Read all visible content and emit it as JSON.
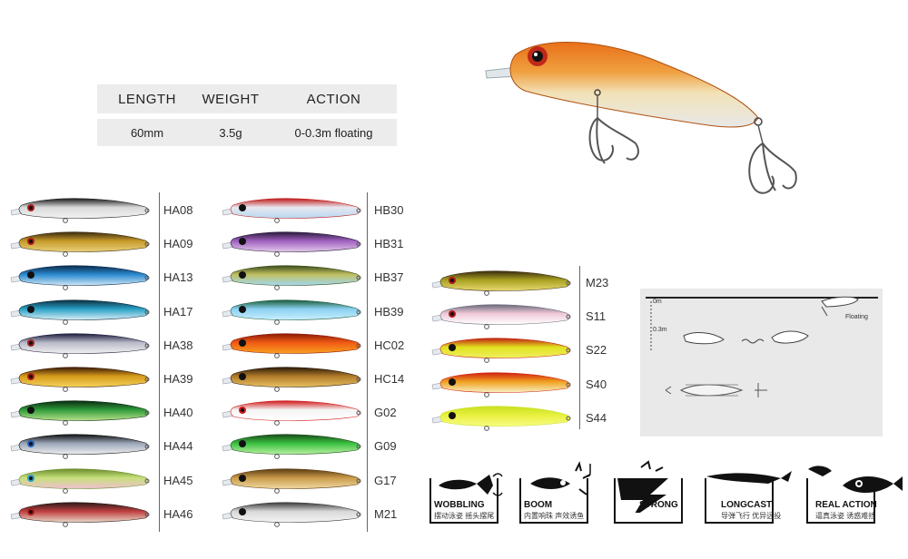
{
  "spec": {
    "headers": [
      "LENGTH",
      "WEIGHT",
      "ACTION"
    ],
    "values": [
      "60mm",
      "3.5g",
      "0-0.3m floating"
    ]
  },
  "lures": {
    "col1": [
      {
        "code": "HA08",
        "back": "#1b1b1b",
        "side": "#d9d9d9",
        "belly": "#f2f2f2",
        "accent": "#b01818"
      },
      {
        "code": "HA09",
        "back": "#3a2a10",
        "side": "#c79a2a",
        "belly": "#e8cf7a",
        "accent": "#b01818"
      },
      {
        "code": "HA13",
        "back": "#0b2a4a",
        "side": "#2a8ad0",
        "belly": "#cfe6f5",
        "accent": "#111"
      },
      {
        "code": "HA17",
        "back": "#0d2d3f",
        "side": "#2aa1c6",
        "belly": "#d9eef5",
        "accent": "#111"
      },
      {
        "code": "HA38",
        "back": "#1b1b3a",
        "side": "#b9b9c9",
        "belly": "#f0f0f0",
        "accent": "#a02020"
      },
      {
        "code": "HA39",
        "back": "#3a1a08",
        "side": "#d69a1a",
        "belly": "#f4d35a",
        "accent": "#b01818"
      },
      {
        "code": "HA40",
        "back": "#0b2a10",
        "side": "#2e9a3a",
        "belly": "#b8e08a",
        "accent": "#111"
      },
      {
        "code": "HA44",
        "back": "#101010",
        "side": "#9aa6b8",
        "belly": "#eeeeee",
        "accent": "#2060c0"
      },
      {
        "code": "HA45",
        "back": "#6a8a2a",
        "side": "#c6e07a",
        "belly": "#f0c0d0",
        "accent": "#2a9ad0"
      },
      {
        "code": "HA46",
        "back": "#2a1a1a",
        "side": "#c04040",
        "belly": "#e6d6c6",
        "accent": "#b01818"
      }
    ],
    "col2": [
      {
        "code": "HB30",
        "back": "#c01818",
        "side": "#e8e8f0",
        "belly": "#b8d8f0",
        "accent": "#111"
      },
      {
        "code": "HB31",
        "back": "#2a1a3a",
        "side": "#a060c0",
        "belly": "#e0c8e8",
        "accent": "#111"
      },
      {
        "code": "HB37",
        "back": "#3a4a1a",
        "side": "#c0c060",
        "belly": "#a0d8f0",
        "accent": "#111"
      },
      {
        "code": "HB39",
        "back": "#1a5a3a",
        "side": "#8ad0f0",
        "belly": "#c8f0ff",
        "accent": "#111"
      },
      {
        "code": "HC02",
        "back": "#8a1a08",
        "side": "#f05a14",
        "belly": "#f8a020",
        "accent": "#111"
      },
      {
        "code": "HC14",
        "back": "#2a1a08",
        "side": "#b07a2a",
        "belly": "#e8c060",
        "accent": "#111"
      },
      {
        "code": "G02",
        "back": "#d01818",
        "side": "#f4f4f4",
        "belly": "#ffffff",
        "accent": "#d01818"
      },
      {
        "code": "G09",
        "back": "#1a4a1a",
        "side": "#3ac040",
        "belly": "#b8f0a0",
        "accent": "#111"
      },
      {
        "code": "G17",
        "back": "#5a3a10",
        "side": "#c89a4a",
        "belly": "#f0d8a0",
        "accent": "#111"
      },
      {
        "code": "M21",
        "back": "#3a3a3a",
        "side": "#d8d8d8",
        "belly": "#f4f4f4",
        "accent": "#111"
      }
    ],
    "col3": [
      {
        "code": "M23",
        "back": "#3a2a10",
        "side": "#a8a020",
        "belly": "#e8d870",
        "accent": "#b01818"
      },
      {
        "code": "S11",
        "back": "#6a6a7a",
        "side": "#f0c8d8",
        "belly": "#ffffff",
        "accent": "#b01818"
      },
      {
        "code": "S22",
        "back": "#c02010",
        "side": "#e0e020",
        "belly": "#f0f060",
        "accent": "#111"
      },
      {
        "code": "S40",
        "back": "#d02010",
        "side": "#f0a020",
        "belly": "#f8f0c0",
        "accent": "#111"
      },
      {
        "code": "S44",
        "back": "#c8e020",
        "side": "#e8f040",
        "belly": "#f8fc80",
        "accent": "#111"
      }
    ]
  },
  "diagram": {
    "depth_top": "0m",
    "depth_bottom": "0.3m",
    "floating_label": "Floating"
  },
  "features": [
    {
      "title": "WOBBLING",
      "subtitle": "摆动泳姿 摇头摆尾",
      "icon": "wobbling-icon"
    },
    {
      "title": "BOOM",
      "subtitle": "内置响珠 声效诱鱼",
      "icon": "boom-icon"
    },
    {
      "title": "STRONG",
      "subtitle": "",
      "icon": "strong-icon"
    },
    {
      "title": "LONGCAST",
      "subtitle": "导弹飞行 优异远投",
      "icon": "longcast-icon"
    },
    {
      "title": "REAL ACTION",
      "subtitle": "逼真泳姿 诱惑难挡",
      "icon": "real-action-icon"
    }
  ],
  "colors": {
    "panel": "#ececec",
    "diagram_bg": "#e9e9e9",
    "hero_back": "#e8701a",
    "hero_side": "#f2e2b8"
  }
}
